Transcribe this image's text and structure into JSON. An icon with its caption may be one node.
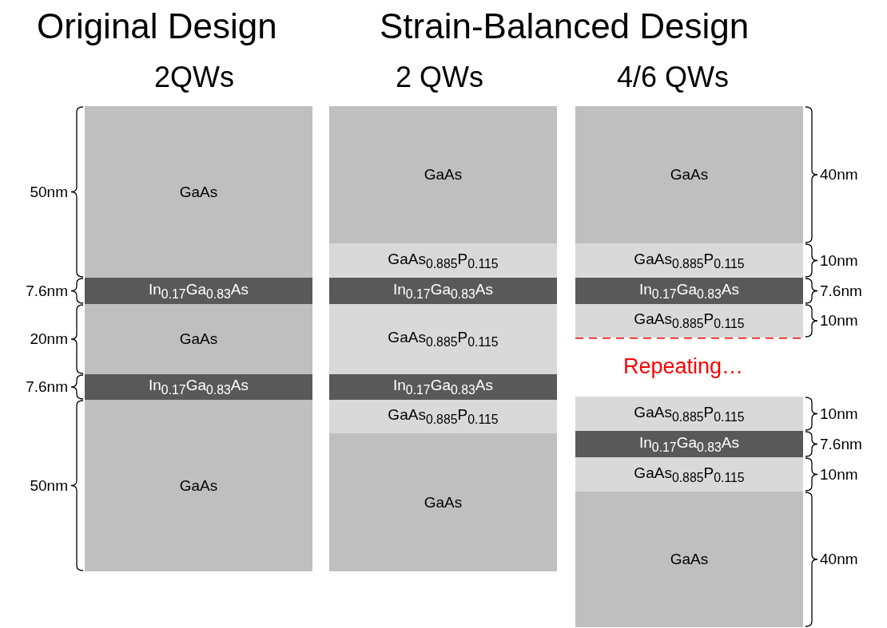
{
  "diagram": {
    "nodes": [
      {
        "text": [
          "GaAs"
        ],
        "beside": [
          "50nm"
        ]
      },
      {
        "text": [
          "In$_{0.17}$Ga$_{0.83}$As"
        ],
        "beside": [
          "7.6nm"
        ]
      },
      {
        "text": [
          "GaAs"
        ],
        "beside": [
          "20nm"
        ]
      },
      {
        "text": [
          "In$_{0.17}$Ga$_{0.83}$As"
        ],
        "beside": [
          "7.6nm"
        ]
      },
      {
        "text": [
          "GaAs"
        ],
        "beside": [
          "50nm"
        ]
      },
      {
        "text": [
          "GaAs"
        ]
      },
      {
        "text": [
          "GaAs$_{0.885}$P$_{0.115}$"
        ]
      },
      {
        "text": [
          "In$_{0.17}$Ga$_{0.83}$As"
        ]
      },
      {
        "text": [
          "GaAs$_{0.885}$P$_{0.115}$"
        ]
      },
      {
        "text": [
          "In$_{0.17}$Ga$_{0.83}$As"
        ]
      },
      {
        "text": [
          "GaAs$_{0.885}$P$_{0.115}$"
        ]
      },
      {
        "text": [
          "GaAs"
        ]
      },
      {
        "text": [
          "GaAs"
        ],
        "beside": [
          "40nm"
        ]
      },
      {
        "text": [
          "GaAs$_{0.885}$P$_{0.115}$"
        ],
        "beside": [
          "10nm"
        ]
      },
      {
        "text": [
          "In$_{0.17}$Ga$_{0.83}$As"
        ],
        "beside": [
          "7.6nm"
        ]
      },
      {
        "text": [
          "GaAs$_{0.885}$P$_{0.115}$"
        ],
        "beside": [
          "10nm"
        ]
      },
      {
        "text": [
          "GaAs$_{0.885}$P$_{0.115}$"
        ],
        "beside": [
          "10nm"
        ]
      },
      {
        "text": [
          "In$_{0.17}$Ga$_{0.83}$As"
        ],
        "beside": [
          "7.6nm"
        ]
      },
      {
        "text": [
          "GaAs$_{0.885}$P$_{0.115}$"
        ],
        "beside": [
          "10nm"
        ]
      },
      {
        "text": [
          "GaAs"
        ],
        "beside": [
          "40nm"
        ]
      }
    ],
    "labels": [
      "Original Design",
      "Strain-Balanced Design",
      "2QWs",
      "2 QWs",
      "4/6 QWs",
      "Repeating…"
    ]
  }
}
